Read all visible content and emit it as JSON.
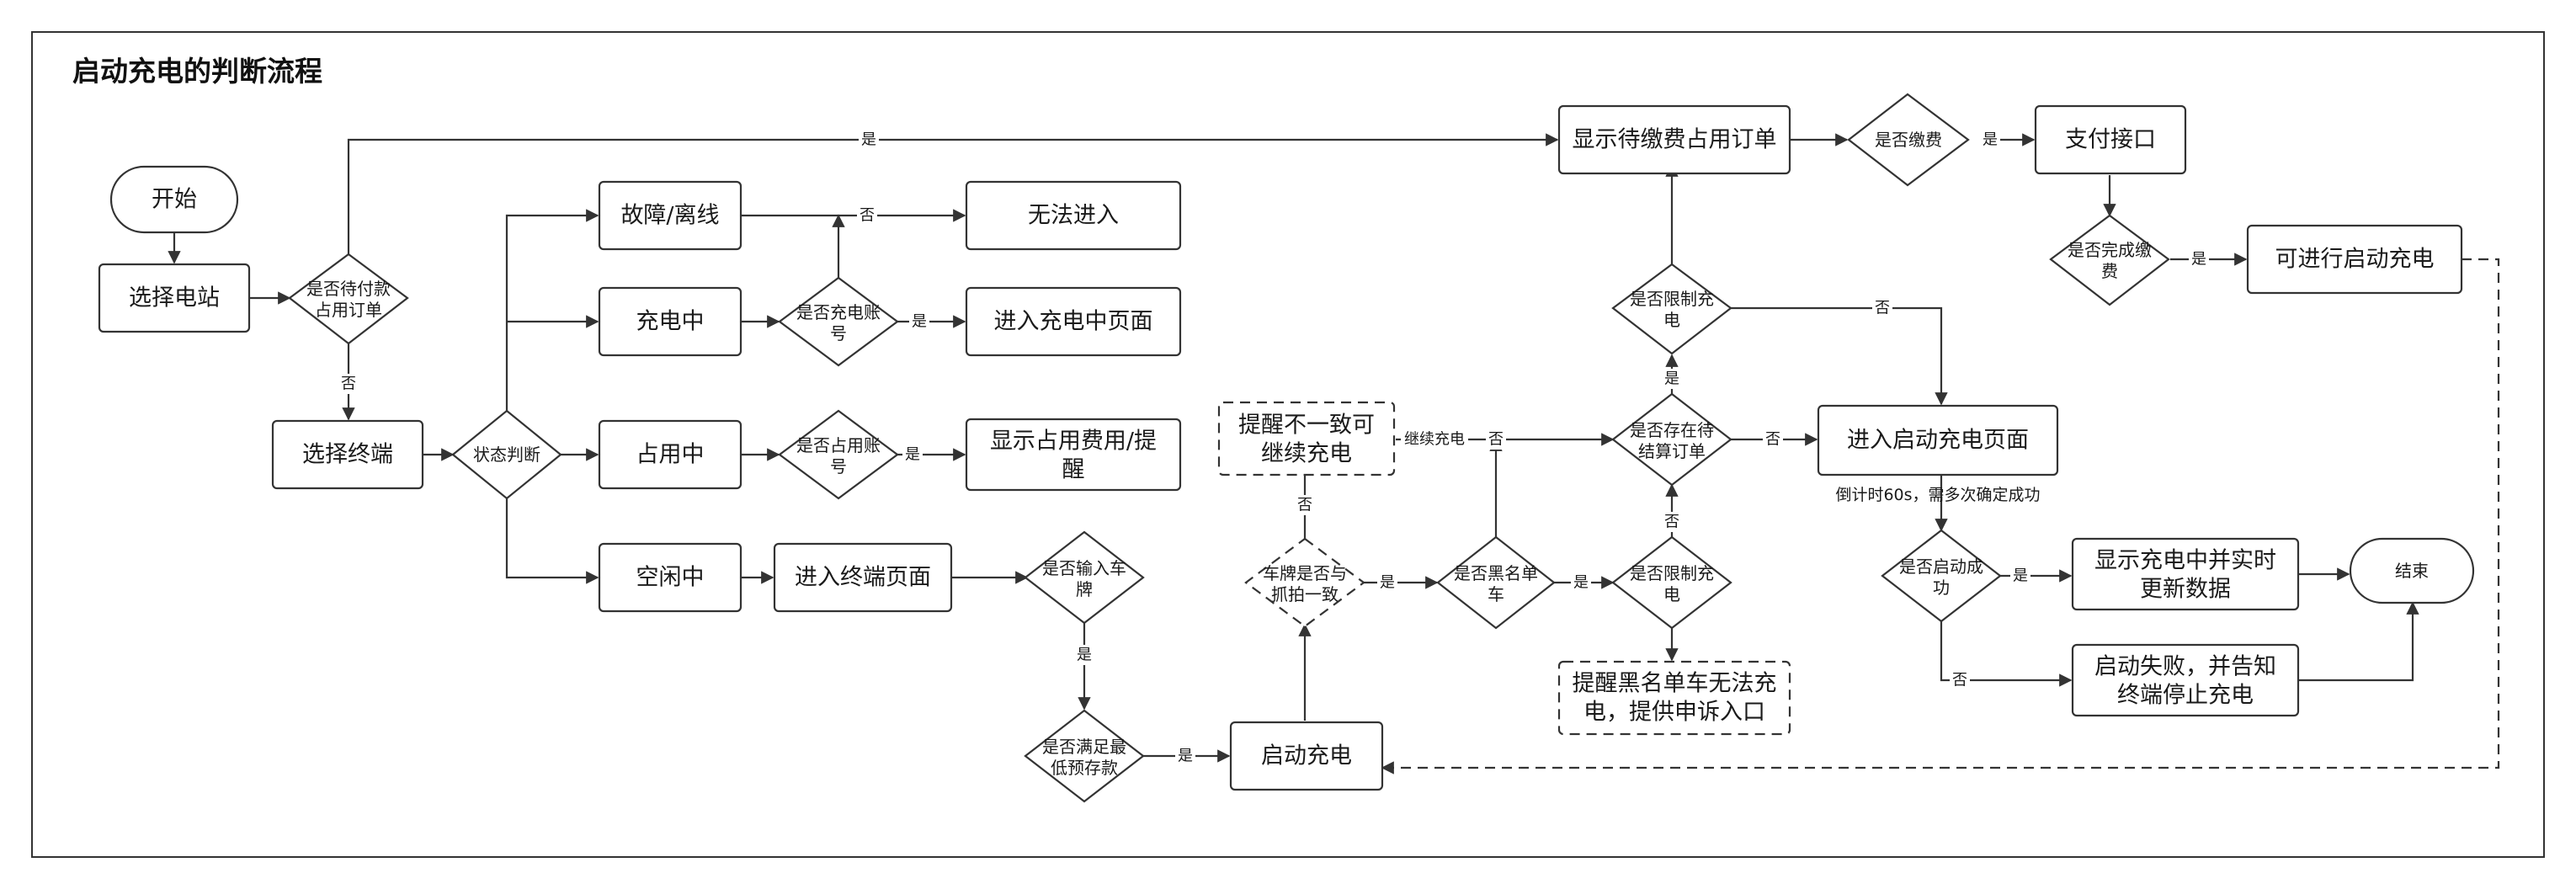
{
  "title": "启动充电的判断流程",
  "nodes": {
    "start": "开始",
    "select_station": "选择电站",
    "pending_order_q": [
      "是否待付款",
      "占用订单"
    ],
    "select_terminal": "选择终端",
    "status_judge": "状态判断",
    "fault_offline": "故障/离线",
    "cannot_enter": "无法进入",
    "charging": "充电中",
    "is_charging_account_q": [
      "是否充电账",
      "号"
    ],
    "enter_charging_page": "进入充电中页面",
    "occupied": "占用中",
    "is_occupied_account_q": [
      "是否占用账",
      "号"
    ],
    "show_occupied_fee": [
      "显示占用费用/提",
      "醒"
    ],
    "idle": "空闲中",
    "enter_terminal_page": "进入终端页面",
    "input_plate_q": [
      "是否输入车",
      "牌"
    ],
    "min_deposit_q": [
      "是否满足最",
      "低预存款"
    ],
    "start_charge": "启动充电",
    "plate_match_q": [
      "车牌是否与",
      "抓拍一致"
    ],
    "remind_mismatch": [
      "提醒不一致可",
      "继续充电"
    ],
    "blacklist_q": [
      "是否黑名单",
      "车"
    ],
    "limit_charge_q1": [
      "是否限制充",
      "电"
    ],
    "remind_blacklist": [
      "提醒黑名单车无法充",
      "电，提供申诉入口"
    ],
    "pending_settle_q": [
      "是否存在待",
      "结算订单"
    ],
    "limit_charge_q2": [
      "是否限制充",
      "电"
    ],
    "show_pending_fee_order": "显示待缴费占用订单",
    "is_paid_q": "是否缴费",
    "pay_api": "支付接口",
    "pay_done_q": [
      "是否完成缴",
      "费"
    ],
    "can_start_charge": "可进行启动充电",
    "enter_start_page": "进入启动充电页面",
    "countdown_note": "倒计时60s，需多次确定成功",
    "start_success_q": [
      "是否启动成",
      "功"
    ],
    "show_charging_data": [
      "显示充电中并实时",
      "更新数据"
    ],
    "start_fail": [
      "启动失败，并告知",
      "终端停止充电"
    ],
    "end": "结束"
  },
  "edge_labels": {
    "yes": "是",
    "no": "否",
    "continue_charge": "继续充电"
  }
}
